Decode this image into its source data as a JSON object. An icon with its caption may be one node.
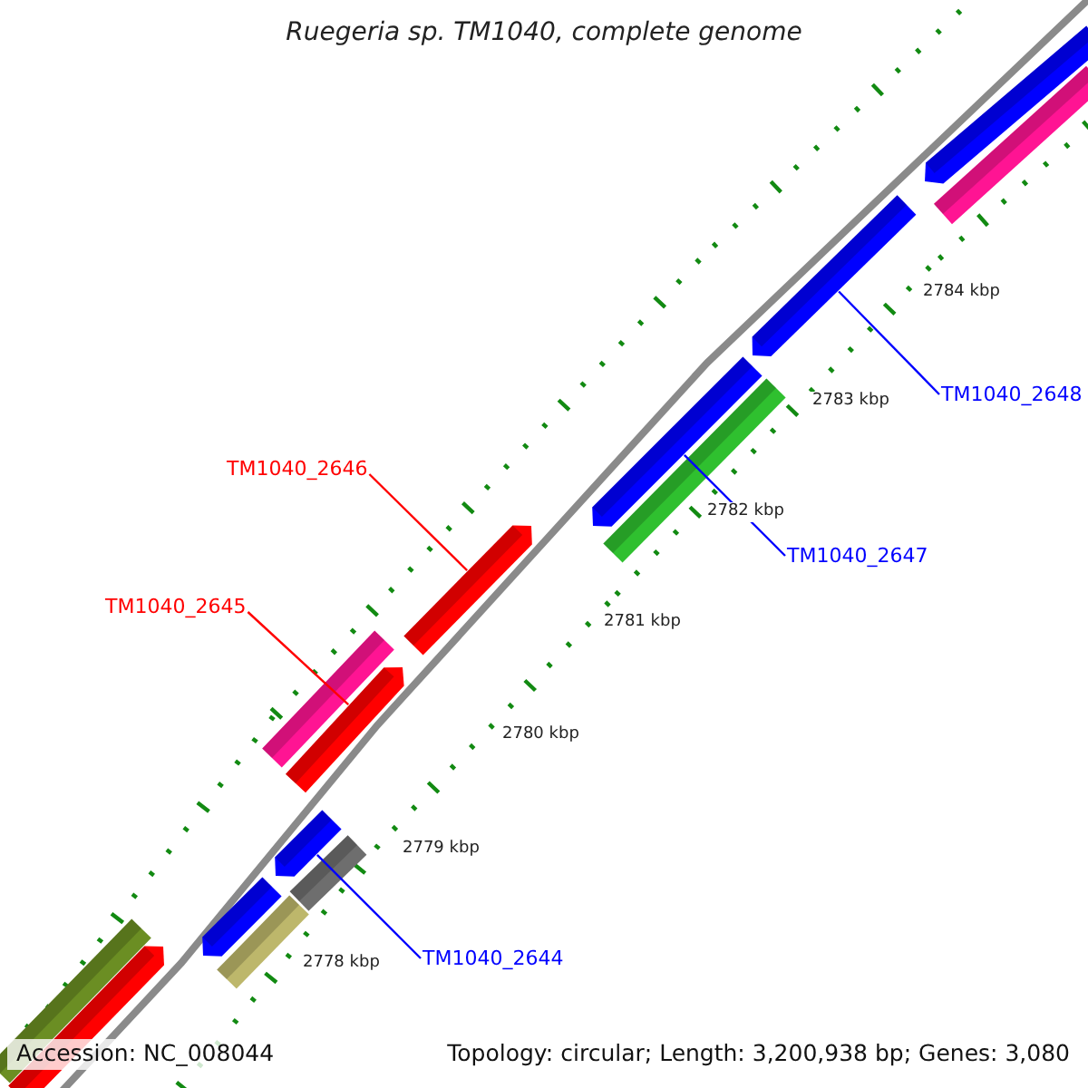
{
  "diagram": {
    "title": "Ruegeria sp. TM1040, complete genome",
    "nodes": [
      {
        "text": [
          "TM1040_2648"
        ]
      },
      {
        "text": [
          "TM1040_2647"
        ]
      },
      {
        "text": [
          "TM1040_2646"
        ]
      },
      {
        "text": [
          "TM1040_2645"
        ]
      },
      {
        "text": [
          "TM1040_2644"
        ]
      },
      {
        "text": [],
        "shape": "bar"
      },
      {
        "text": [],
        "shape": "bar"
      },
      {
        "text": [],
        "shape": "bar"
      },
      {
        "text": [],
        "shape": "bar"
      },
      {
        "text": [],
        "shape": "bar"
      },
      {
        "text": [],
        "shape": "bar"
      },
      {
        "text": [],
        "shape": "bar"
      },
      {
        "text": [],
        "shape": "bar"
      },
      {
        "text": [],
        "shape": "bar"
      },
      {
        "text": [],
        "shape": "bar"
      },
      {
        "text": [],
        "shape": "bar"
      },
      {
        "text": [],
        "shape": "bar"
      },
      {
        "text": [],
        "shape": "bar"
      },
      {
        "text": [],
        "shape": "bar"
      }
    ],
    "edges": [
      {
        "from": 0,
        "to": 16,
        "arrow": "none"
      },
      {
        "from": 1,
        "to": 14,
        "arrow": "none"
      },
      {
        "from": 2,
        "to": 13,
        "arrow": "none",
        "color": "#ff0000"
      },
      {
        "from": 3,
        "to": 11,
        "arrow": "none",
        "color": "#ff0000"
      },
      {
        "from": 4,
        "to": 10,
        "arrow": "none"
      }
    ],
    "labels": [
      "2784 kbp",
      "2783 kbp",
      "2782 kbp",
      "2781 kbp",
      "2780 kbp",
      "2779 kbp",
      "2778 kbp",
      "Accession: NC_008044",
      "Topology: circular; Length: 3,200,938 bp; Genes: 3,080"
    ]
  }
}
